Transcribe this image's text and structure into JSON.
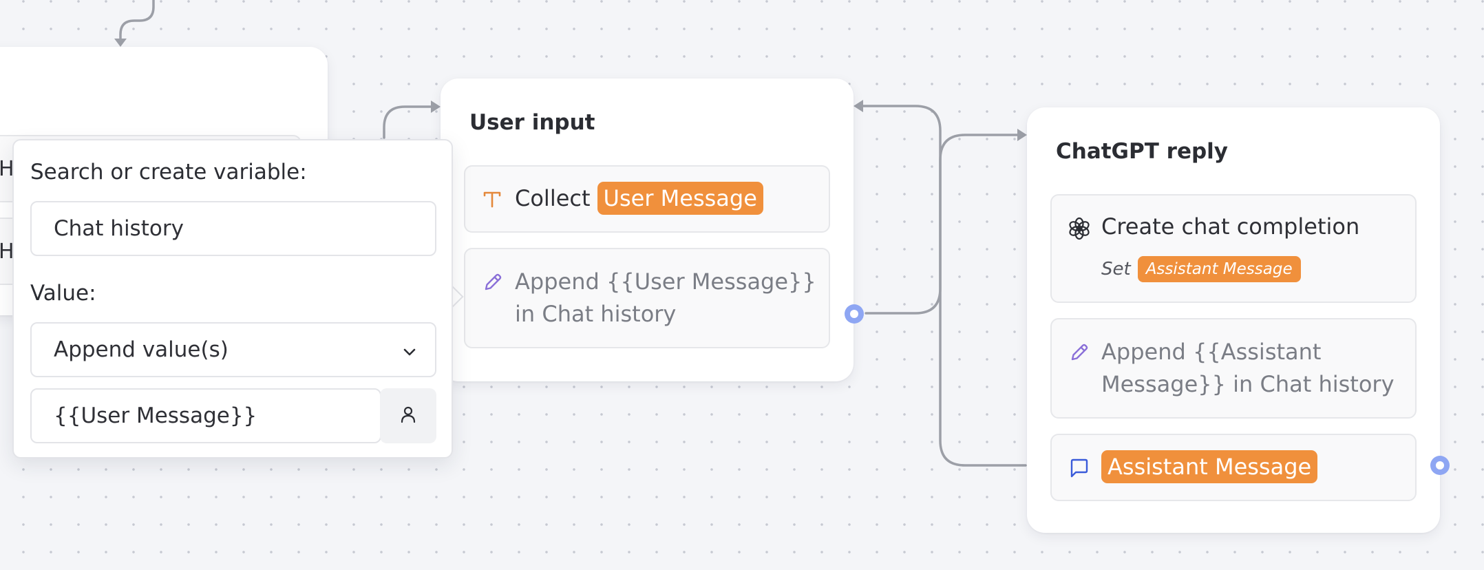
{
  "popover": {
    "search_label": "Search or create variable:",
    "search_value": "Chat history",
    "value_label": "Value:",
    "value_select": "Append value(s)",
    "value_input": "{{User Message}}",
    "bg_partial_1": "Hi",
    "bg_partial_2": "Ho"
  },
  "user_input_group": {
    "title": "User input",
    "collect_prefix": "Collect",
    "collect_variable": "User Message",
    "append_text": "Append {{User Message}} in Chat history"
  },
  "chatgpt_group": {
    "title": "ChatGPT reply",
    "completion_title": "Create chat completion",
    "set_prefix": "Set",
    "set_variable": "Assistant Message",
    "append_text": "Append {{Assistant Message}} in Chat history",
    "bubble_variable": "Assistant Message"
  },
  "colors": {
    "variable_pill": "#f0903c",
    "port": "#8ea6f3",
    "edge": "#9c9fa7",
    "canvas": "#f4f5f8"
  },
  "icons": {
    "collect": "text-t-icon",
    "append": "pencil-icon",
    "completion": "openai-icon",
    "bubble": "chat-bubble-icon",
    "variable_button": "user-icon",
    "select": "chevron-down-icon"
  }
}
